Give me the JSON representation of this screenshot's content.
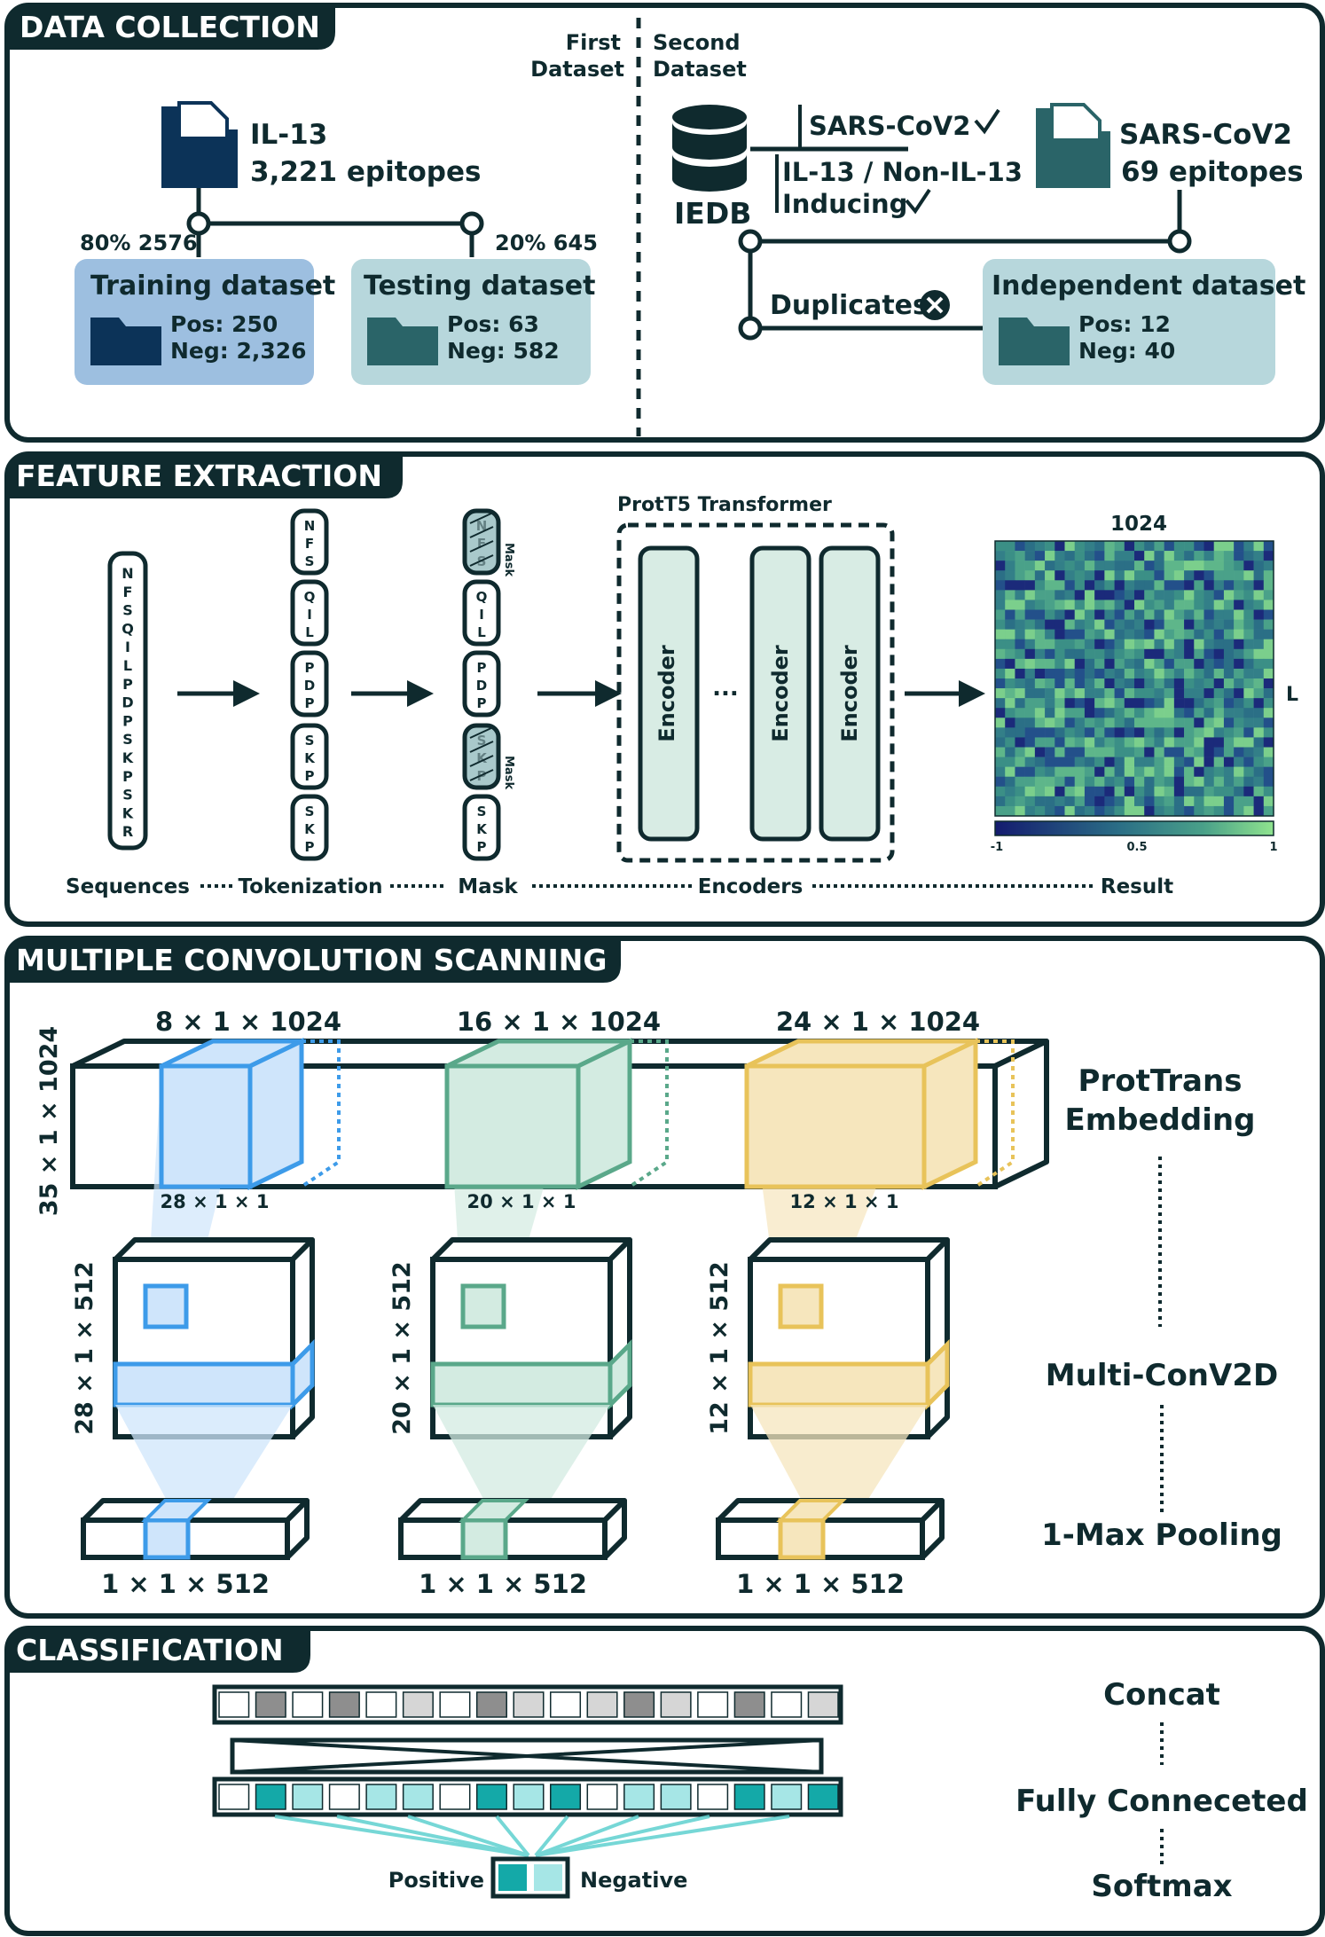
{
  "colors": {
    "dark": "#0f2a2e",
    "navy": "#0c3358",
    "teal": "#2a6468",
    "training_fill": "#9dbfe0",
    "testing_fill": "#b7d7dc",
    "encoder_fill": "#d8ece4",
    "blue": "#3d9be9",
    "green": "#5aa88a",
    "yellow": "#e8c35a",
    "cyan": "#14a9a8",
    "cyan_light": "#a6e6e6"
  },
  "data_collection": {
    "title": "DATA COLLECTION",
    "first_dataset_line1": "First",
    "first_dataset_line2": "Dataset",
    "second_dataset_line1": "Second",
    "second_dataset_line2": "Dataset",
    "il13_name": "IL-13",
    "il13_epitopes": "3,221 epitopes",
    "split_left": "80% 2576",
    "split_right": "20% 645",
    "training": {
      "title": "Training dataset",
      "pos": "Pos: 250",
      "neg": "Neg: 2,326"
    },
    "testing": {
      "title": "Testing dataset",
      "pos": "Pos: 63",
      "neg": "Neg: 582"
    },
    "iedb_label": "IEDB",
    "criteria_1": "SARS-CoV2",
    "criteria_2_line1": "IL-13 / Non-IL-13",
    "criteria_2_line2": "Inducing",
    "sars_name": "SARS-CoV2",
    "sars_epitopes": "69 epitopes",
    "duplicates": "Duplicates",
    "independent": {
      "title": "Independent dataset",
      "pos": "Pos: 12",
      "neg": "Neg: 40"
    },
    "icons": [
      "folder-icon",
      "database-icon",
      "check-icon",
      "close-circle-icon"
    ]
  },
  "feature_extraction": {
    "title": "FEATURE EXTRACTION",
    "sequence": [
      "N",
      "F",
      "S",
      "Q",
      "I",
      "L",
      "P",
      "D",
      "P",
      "S",
      "K",
      "P",
      "S",
      "K",
      "R"
    ],
    "tokens": [
      [
        "N",
        "F",
        "S"
      ],
      [
        "Q",
        "I",
        "L"
      ],
      [
        "P",
        "D",
        "P"
      ],
      [
        "S",
        "K",
        "P"
      ],
      [
        "S",
        "K",
        "P"
      ]
    ],
    "mask_label": "Mask",
    "transformer_title": "ProtT5 Transformer",
    "encoder_label": "Encoder",
    "ellipsis": "...",
    "heatmap_top": "1024",
    "heatmap_side": "L",
    "colorbar_ticks": [
      "-1",
      "0.5",
      "1"
    ],
    "stage_labels": [
      "Sequences",
      "Tokenization",
      "Mask",
      "Encoders",
      "Result"
    ]
  },
  "convolution": {
    "title": "MULTIPLE CONVOLUTION SCANNING",
    "embedding_side": "35 × 1 × 1024",
    "kernels": [
      {
        "top": "8 × 1 × 1024",
        "out": "28 × 1 × 1",
        "side": "28 × 1 × 512",
        "pool": "1 × 1 × 512"
      },
      {
        "top": "16 × 1 × 1024",
        "out": "20 × 1 × 1",
        "side": "20 × 1 × 512",
        "pool": "1 × 1 × 512"
      },
      {
        "top": "24 × 1 × 1024",
        "out": "12 × 1 × 1",
        "side": "12 × 1 × 512",
        "pool": "1 × 1 × 512"
      }
    ],
    "step_embedding_line1": "ProtTrans",
    "step_embedding_line2": "Embedding",
    "step_conv": "Multi-ConV2D",
    "step_pool": "1-Max Pooling"
  },
  "classification": {
    "title": "CLASSIFICATION",
    "concat_shades": [
      0,
      2,
      0,
      2,
      0,
      1,
      0,
      2,
      1,
      0,
      1,
      2,
      1,
      0,
      2,
      0,
      1
    ],
    "fc_shades": [
      0,
      2,
      1,
      0,
      1,
      1,
      0,
      2,
      1,
      2,
      0,
      1,
      1,
      0,
      2,
      1,
      2
    ],
    "positive": "Positive",
    "negative": "Negative",
    "step_concat": "Concat",
    "step_fc": "Fully Conneceted",
    "step_softmax": "Softmax"
  }
}
